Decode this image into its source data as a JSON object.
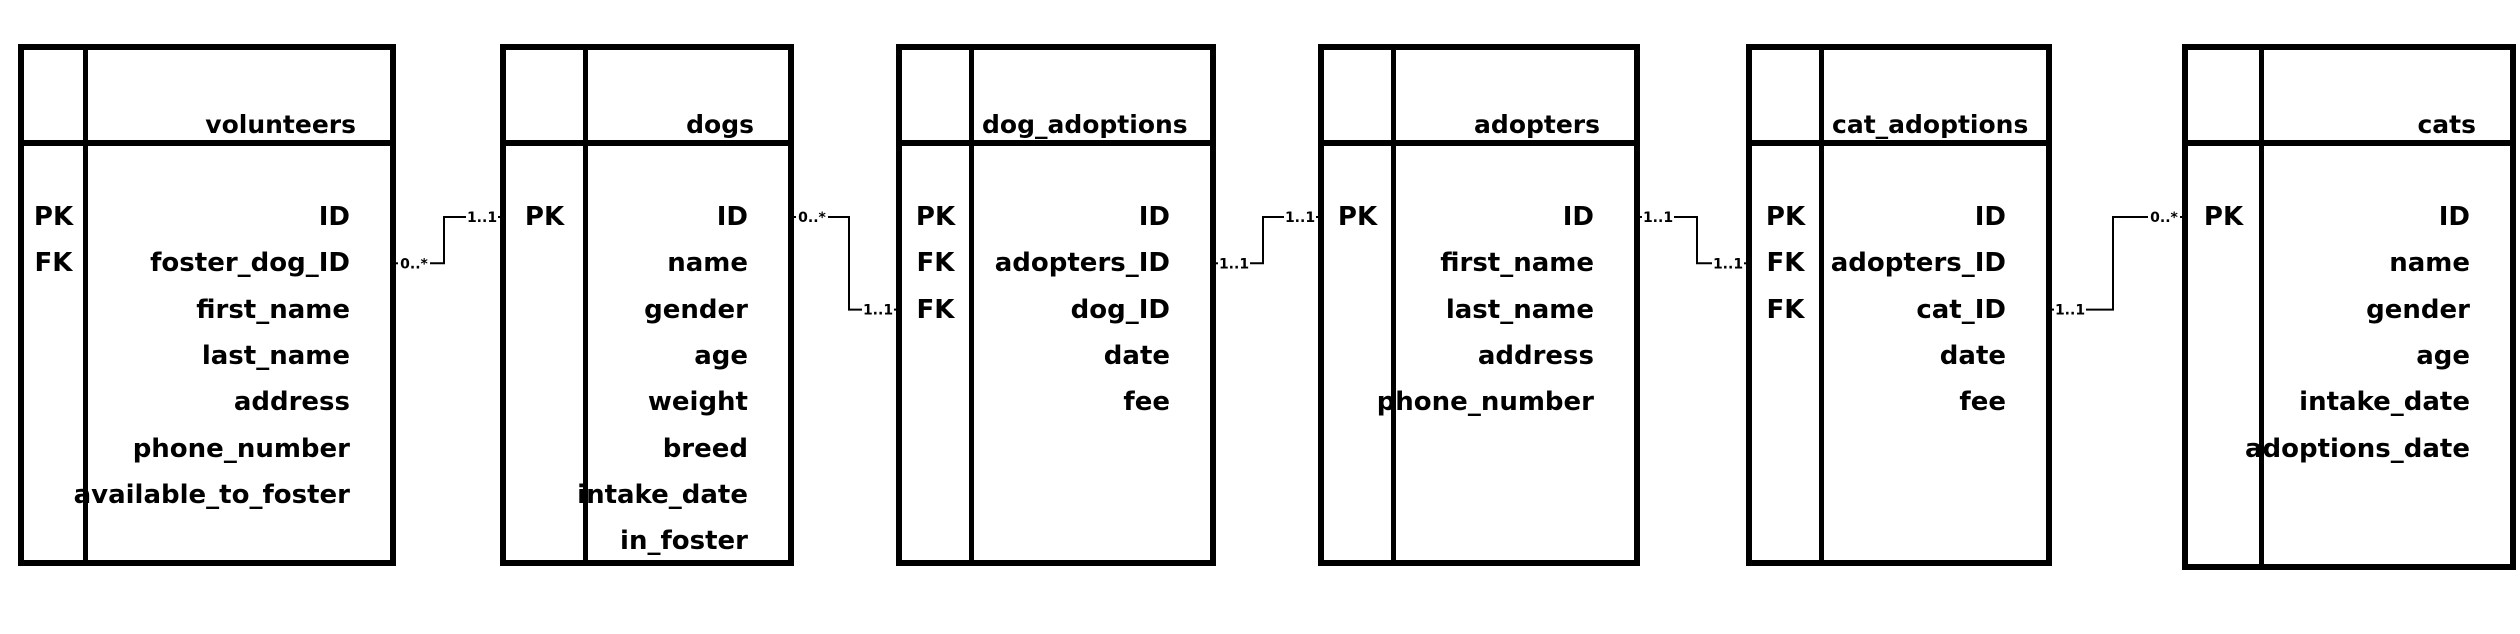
{
  "tables": [
    {
      "name": "volunteers",
      "keys": [
        "PK",
        "FK",
        "",
        "",
        "",
        "",
        ""
      ],
      "fields": [
        "ID",
        "foster_dog_ID",
        "first_name",
        "last_name",
        "address",
        "phone_number",
        "available_to_foster"
      ]
    },
    {
      "name": "dogs",
      "keys": [
        "PK",
        "",
        "",
        "",
        "",
        "",
        "",
        ""
      ],
      "fields": [
        "ID",
        "name",
        "gender",
        "age",
        "weight",
        "breed",
        "intake_date",
        "in_foster"
      ]
    },
    {
      "name": "dog_adoptions",
      "keys": [
        "PK",
        "FK",
        "FK",
        "",
        ""
      ],
      "fields": [
        "ID",
        "adopters_ID",
        "dog_ID",
        "date",
        "fee"
      ]
    },
    {
      "name": "adopters",
      "keys": [
        "PK",
        "",
        "",
        "",
        ""
      ],
      "fields": [
        "ID",
        "first_name",
        "last_name",
        "address",
        "phone_number"
      ]
    },
    {
      "name": "cat_adoptions",
      "keys": [
        "PK",
        "FK",
        "FK",
        "",
        ""
      ],
      "fields": [
        "ID",
        "adopters_ID",
        "cat_ID",
        "date",
        "fee"
      ]
    },
    {
      "name": "cats",
      "keys": [
        "PK",
        "",
        "",
        "",
        "",
        ""
      ],
      "fields": [
        "ID",
        "name",
        "gender",
        "age",
        "intake_date",
        "adoptions_date"
      ]
    }
  ],
  "relationships": [
    {
      "from": "volunteers.foster_dog_ID",
      "from_mult": "0..*",
      "to": "dogs.ID",
      "to_mult": "1..1"
    },
    {
      "from": "dogs.ID",
      "from_mult": "0..*",
      "to": "dog_adoptions.dog_ID",
      "to_mult": "1..1"
    },
    {
      "from": "dog_adoptions.adopters_ID",
      "from_mult": "1..1",
      "to": "adopters.ID",
      "to_mult": "1..1"
    },
    {
      "from": "adopters.ID",
      "from_mult": "1..1",
      "to": "cat_adoptions.adopters_ID",
      "to_mult": "1..1"
    },
    {
      "from": "cat_adoptions.cat_ID",
      "from_mult": "1..1",
      "to": "cats.ID",
      "to_mult": "0..*"
    }
  ]
}
